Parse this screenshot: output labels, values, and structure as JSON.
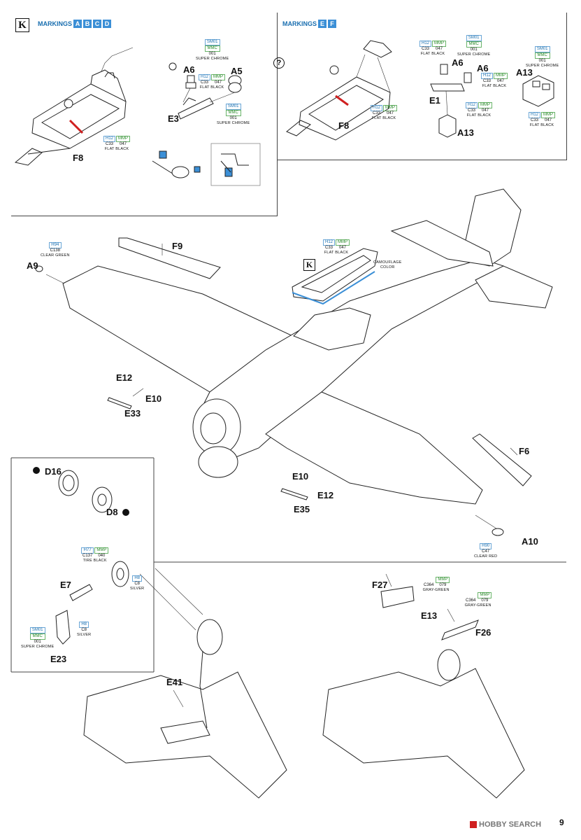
{
  "page": {
    "number": "9"
  },
  "watermark": {
    "text": "HOBBY SEARCH"
  },
  "step_k": {
    "key": "K",
    "markings_label": "MARKINGS",
    "markings_abcd": [
      "A",
      "B",
      "C",
      "D"
    ],
    "markings_ef": [
      "E",
      "F"
    ],
    "question_mark": "?"
  },
  "parts": {
    "F8": "F8",
    "A6": "A6",
    "A5": "A5",
    "E3": "E3",
    "E1": "E1",
    "A13": "A13",
    "F9": "F9",
    "A9": "A9",
    "E12": "E12",
    "E10": "E10",
    "E33": "E33",
    "F6": "F6",
    "A10": "A10",
    "E35": "E35",
    "D16": "D16",
    "D8": "D8",
    "E7": "E7",
    "E23": "E23",
    "E41": "E41",
    "F27": "F27",
    "E13": "E13",
    "F26": "F26"
  },
  "colors": {
    "flat_black": {
      "a": "H12",
      "b": "MMP",
      "c": "C33",
      "d": "047",
      "name": "FLAT BLACK"
    },
    "super_chrome": {
      "a": "SM01",
      "b": "MMC",
      "c": "001",
      "name": "SUPER CHROME"
    },
    "clear_green": {
      "a": "H94",
      "c": "C138",
      "name": "CLEAR GREEN"
    },
    "clear_red": {
      "a": "H90",
      "c": "C47",
      "name": "CLEAR RED"
    },
    "camouflage": {
      "name1": "CAMOUFLAGE",
      "name2": "COLOR"
    },
    "tire_black": {
      "a": "H77",
      "b": "MMP",
      "c": "C137",
      "d": "040",
      "name": "TIRE BLACK"
    },
    "silver": {
      "a": "H8",
      "c": "C8",
      "name": "SILVER"
    },
    "gray_green": {
      "b": "MMP",
      "c": "C364",
      "d": "079",
      "name": "GRAY-GREEN"
    }
  },
  "accent_colors": {
    "blue": "#3b8fd6",
    "green": "#2a8a2a",
    "red": "#d02020"
  }
}
